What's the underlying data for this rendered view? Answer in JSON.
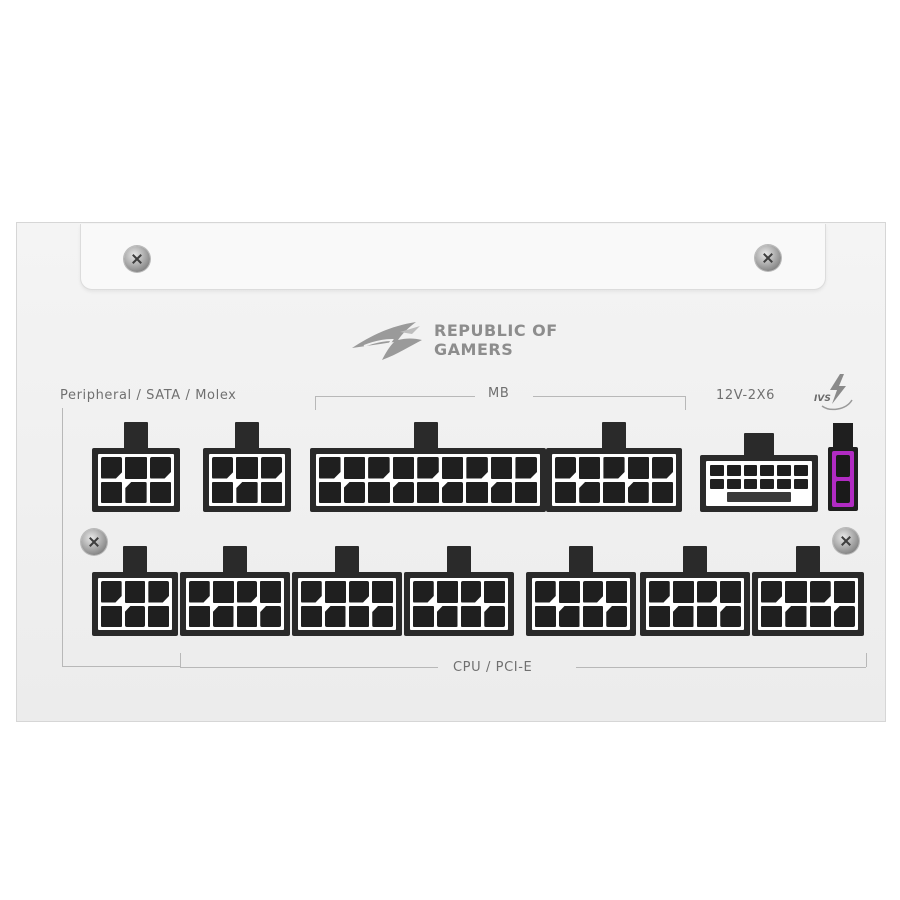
{
  "brand": {
    "line1": "REPUBLIC OF",
    "line2": "GAMERS",
    "logo_icon": "rog-eye-logo"
  },
  "labels": {
    "peripheral": "Peripheral / SATA / Molex",
    "mb": "MB",
    "gpu_power": "12V-2X6",
    "ivs": "IVS",
    "cpu_pcie": "CPU / PCI-E"
  },
  "colors": {
    "panel": "#f2f2f2",
    "connector": "#2a2a2a",
    "ivs_accent": "#b12bc3",
    "label": "#707070"
  }
}
